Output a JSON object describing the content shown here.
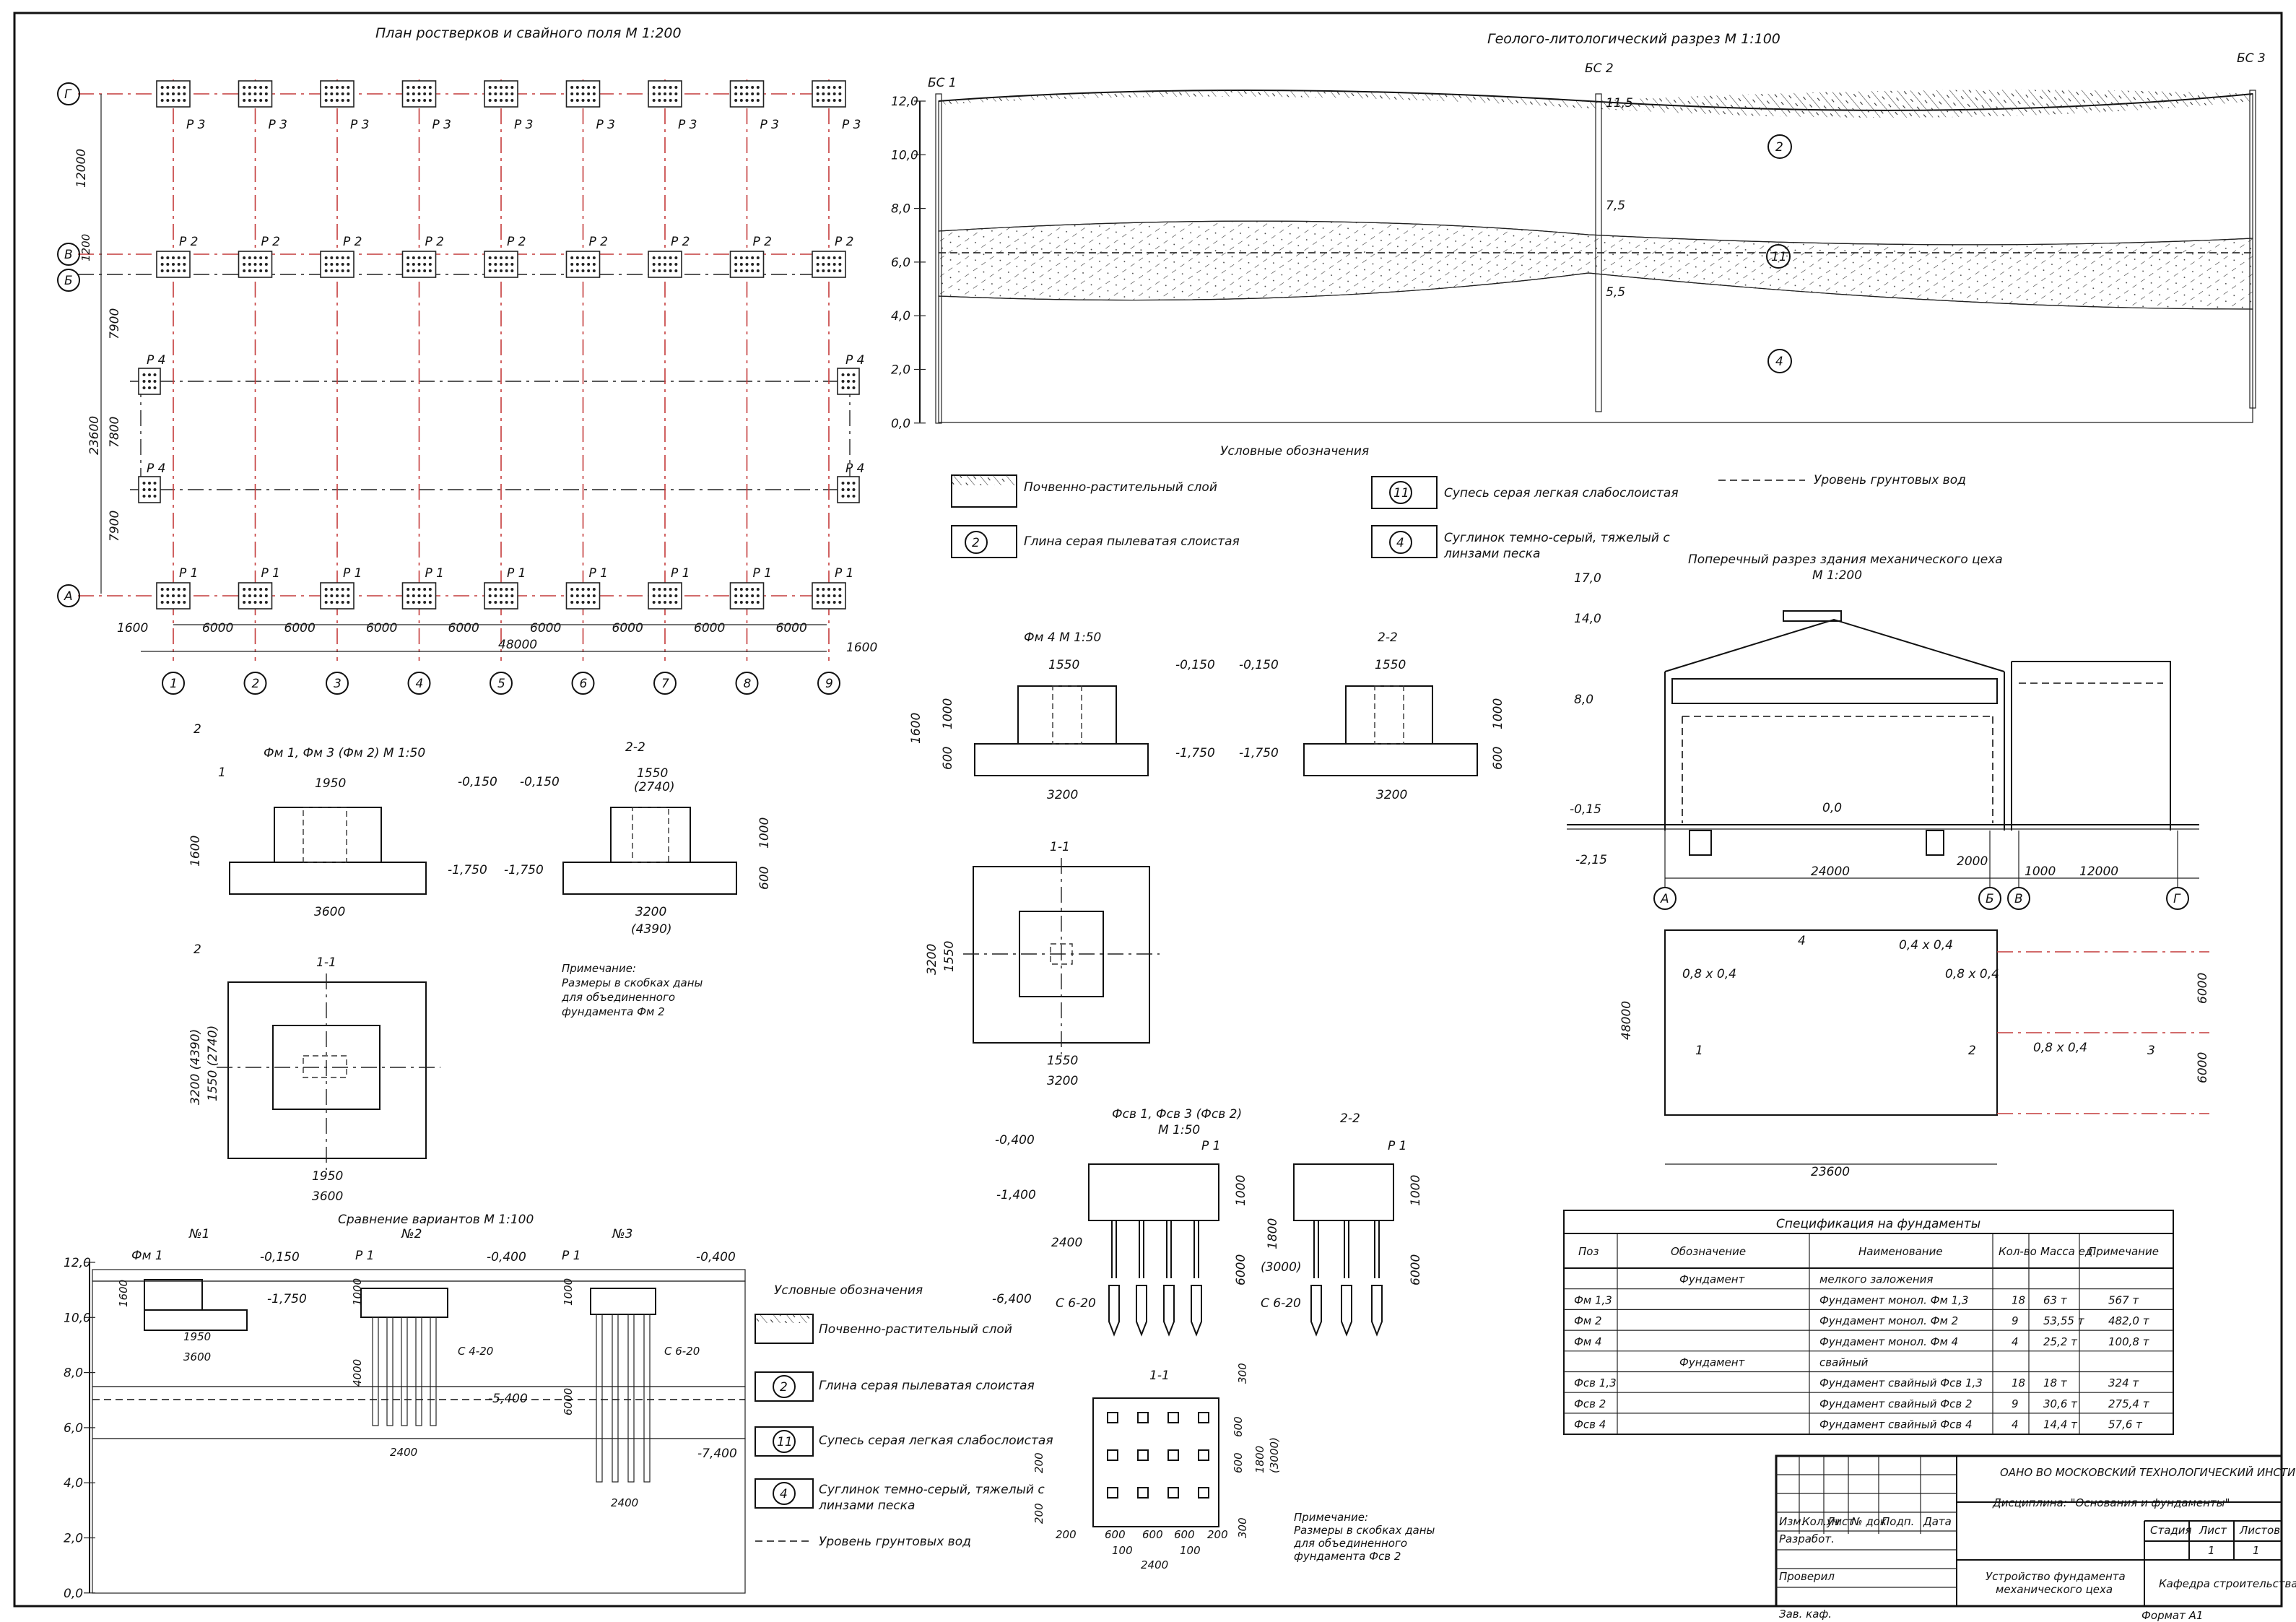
{
  "titles": {
    "plan": "План ростверков и свайного поля М 1:200",
    "geology": "Геолого-литологический разрез М 1:100",
    "legend_top": "Условные обозначения",
    "legend_bottom": "Условные обозначения",
    "cross_section": "Поперечный разрез здания механического цеха",
    "cross_scale": "М 1:200",
    "fm1": "Фм 1,  Фм 3 (Фм 2)  М 1:50",
    "fm4": "Фм 4  М 1:50",
    "fsv": "Фсв 1,  Фсв 3 (Фсв 2)",
    "fsv_scale": "М 1:50",
    "compare": "Сравнение вариантов М 1:100",
    "spec": "Спецификация на фундаменты"
  },
  "plan": {
    "axes_letters": [
      "Г",
      "В",
      "Б",
      "А"
    ],
    "axes_numbers": [
      "1",
      "2",
      "3",
      "4",
      "5",
      "6",
      "7",
      "8",
      "9"
    ],
    "row_labels": {
      "r3": "Р 3",
      "r2": "Р 2",
      "r4": "Р 4",
      "r1": "Р 1"
    },
    "vert_dims": [
      "12000",
      "1200",
      "7900",
      "7800",
      "7900",
      "23600"
    ],
    "horiz_dims": [
      "1600",
      "6000",
      "48000",
      "1600"
    ]
  },
  "geology": {
    "boreholes": [
      "БС 1",
      "БС 2",
      "БС 3"
    ],
    "y_ticks": [
      "12,0",
      "10,0",
      "8,0",
      "6,0",
      "4,0",
      "2,0",
      "0,0"
    ],
    "levels": [
      "11,5",
      "7,5",
      "5,5"
    ],
    "layers": [
      "2",
      "11",
      "4"
    ]
  },
  "legend": {
    "items": [
      {
        "num": "",
        "text": "Почвенно-растительный слой"
      },
      {
        "num": "2",
        "text": "Глина серая пылеватая слоистая"
      },
      {
        "num": "11",
        "text": "Супесь серая легкая слабослоистая"
      },
      {
        "num": "4",
        "text": "Суглинок темно-серый, тяжелый с"
      },
      {
        "num": "",
        "text": "линзами песка"
      },
      {
        "num": "",
        "text": "Уровень грунтовых вод"
      }
    ]
  },
  "fm1": {
    "sec": "2",
    "sec1": "1",
    "sec_b": "2",
    "sec11": "1-1",
    "sec22": "2-2",
    "dims": [
      "1950",
      "1600",
      "3600",
      "1550",
      "(2740)",
      "1000",
      "600",
      "3200",
      "(4390)"
    ],
    "levels": [
      "-0,150",
      "-1,750"
    ],
    "plan_dims": [
      "3200 (4390)",
      "1550 (2740)",
      "1950",
      "3600"
    ],
    "note": [
      "Примечание:",
      "Размеры в скобках даны",
      "для объединенного",
      "фундамента Фм 2"
    ]
  },
  "fm4": {
    "sec11": "1-1",
    "sec22": "2-2",
    "dims": [
      "1550",
      "1600",
      "1000",
      "600",
      "3200",
      "1550",
      "1000",
      "600",
      "3200"
    ],
    "levels": [
      "-0,150",
      "-1,750"
    ],
    "plan_dims": [
      "3200",
      "1550",
      "1550",
      "3200"
    ]
  },
  "fsv": {
    "labels": [
      "Р 1",
      "Р 1"
    ],
    "levels": [
      "-0,400",
      "-1,400",
      "-6,400"
    ],
    "dims": [
      "1000",
      "6000",
      "2400",
      "1800",
      "(3000)",
      "1000",
      "6000"
    ],
    "pile": [
      "С 6-20",
      "С 6-20"
    ],
    "sec11": "1-1",
    "sec22": "2-2",
    "plan_dims": [
      "300",
      "600",
      "600",
      "1800",
      "(3000)",
      "300",
      "200",
      "600",
      "600",
      "600",
      "200",
      "100",
      "100",
      "2400",
      "200",
      "200"
    ],
    "note": [
      "Примечание:",
      "Размеры в скобках даны",
      "для объединенного",
      "фундамента Фсв 2"
    ]
  },
  "compare": {
    "y_ticks": [
      "12,0",
      "10,0",
      "8,0",
      "6,0",
      "4,0",
      "2,0",
      "0,0"
    ],
    "marks": [
      "Фм 1",
      "№1",
      "Р 1",
      "№2",
      "Р 1",
      "№3"
    ],
    "levels": [
      "-0,150",
      "-1,750",
      "-0,400",
      "-5,400",
      "-0,400",
      "-7,400"
    ],
    "dims": [
      "1600",
      "1950",
      "3600",
      "1000",
      "4000",
      "С 4-20",
      "2400",
      "1000",
      "6000",
      "С 6-20",
      "2400"
    ]
  },
  "cross": {
    "levels": [
      "17,0",
      "14,0",
      "8,0",
      "-0,15",
      "0,0",
      "-2,15"
    ],
    "dims": [
      "24000",
      "2000",
      "1000",
      "12000",
      "48000",
      "6000",
      "6000",
      "23600"
    ],
    "axes": [
      "А",
      "Б",
      "В",
      "Г"
    ],
    "marks": [
      "4",
      "0,4 x 0,4",
      "0,8 x 0,4",
      "0,8 x 0,4",
      "1",
      "2",
      "0,8 x 0,4",
      "3"
    ]
  },
  "spec": {
    "headers": [
      "Поз",
      "Обозначение",
      "Наименование",
      "Кол-во",
      "Масса ед",
      "Примечание"
    ],
    "rows": [
      [
        "",
        "Фундамент",
        "мелкого заложения",
        "",
        "",
        ""
      ],
      [
        "Фм 1,3",
        "",
        "Фундамент монол. Фм 1,3",
        "18",
        "63  т",
        "567  т"
      ],
      [
        "Фм 2",
        "",
        "Фундамент монол. Фм 2",
        "9",
        "53,55 т",
        "482,0  т"
      ],
      [
        "Фм 4",
        "",
        "Фундамент монол. Фм 4",
        "4",
        "25,2  т",
        "100,8  т"
      ],
      [
        "",
        "Фундамент",
        "свайный",
        "",
        "",
        ""
      ],
      [
        "Фсв 1,3",
        "",
        "Фундамент свайный Фсв 1,3",
        "18",
        "18  т",
        "324  т"
      ],
      [
        "Фсв 2",
        "",
        "Фундамент свайный Фсв 2",
        "9",
        "30,6  т",
        "275,4  т"
      ],
      [
        "Фсв 4",
        "",
        "Фундамент свайный Фсв 4",
        "4",
        "14,4  т",
        "57,6  т"
      ]
    ]
  },
  "stamp": {
    "org": "ОАНО ВО МОСКОВСКИЙ ТЕХНОЛОГИЧЕСКИЙ ИНСТИТУТ",
    "discipline": "Дисциплина: \"Основания и фундаменты\"",
    "cols": [
      "Изм.",
      "Кол.уч",
      "Лист",
      "№ док",
      "Подп.",
      "Дата"
    ],
    "roles": [
      "Разработ.",
      "Проверил",
      "Зав. каф."
    ],
    "title": [
      "Устройство фундамента",
      "механического цеха"
    ],
    "stage_h": [
      "Стадия",
      "Лист",
      "Листов"
    ],
    "stage_v": [
      "",
      "1",
      "1"
    ],
    "dept": "Кафедра строительства",
    "format": "Формат А1"
  }
}
